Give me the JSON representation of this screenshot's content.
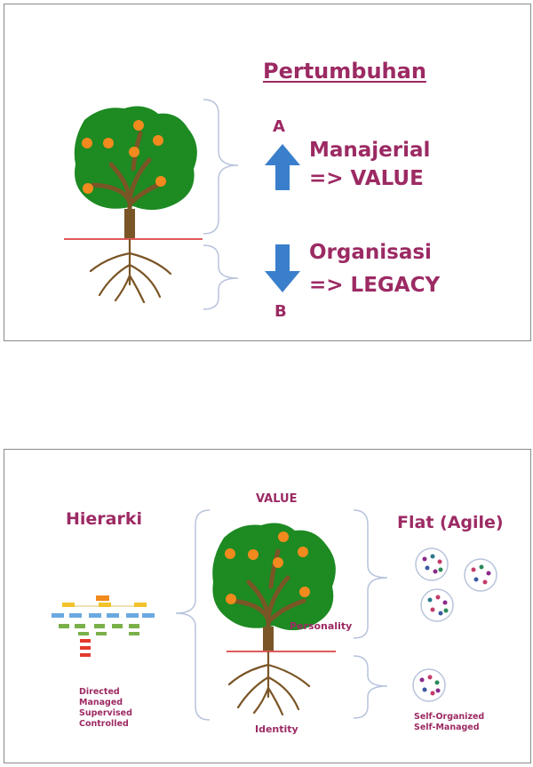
{
  "slide1": {
    "title": "Pertumbuhan",
    "label_a": "A",
    "label_b": "B",
    "up_line1": "Manajerial",
    "up_line2": "=> VALUE",
    "down_line1": "Organisasi",
    "down_line2": "=> LEGACY"
  },
  "slide2": {
    "left_title": "Hierarki",
    "center_title": "VALUE",
    "right_title": "Flat (Agile)",
    "personality": "Personality",
    "identity": "Identity",
    "hierarchy_traits": [
      "Directed",
      "Managed",
      "Supervised",
      "Controlled"
    ],
    "flat_traits": [
      "Self-Organized",
      "Self-Managed"
    ]
  },
  "colors": {
    "accent": "#9c2a63",
    "arrow": "#3a7fcc",
    "foliage": "#1d8a22",
    "fruit": "#f28a1d",
    "trunk": "#7a5526",
    "ground_line": "#e05a5a"
  }
}
